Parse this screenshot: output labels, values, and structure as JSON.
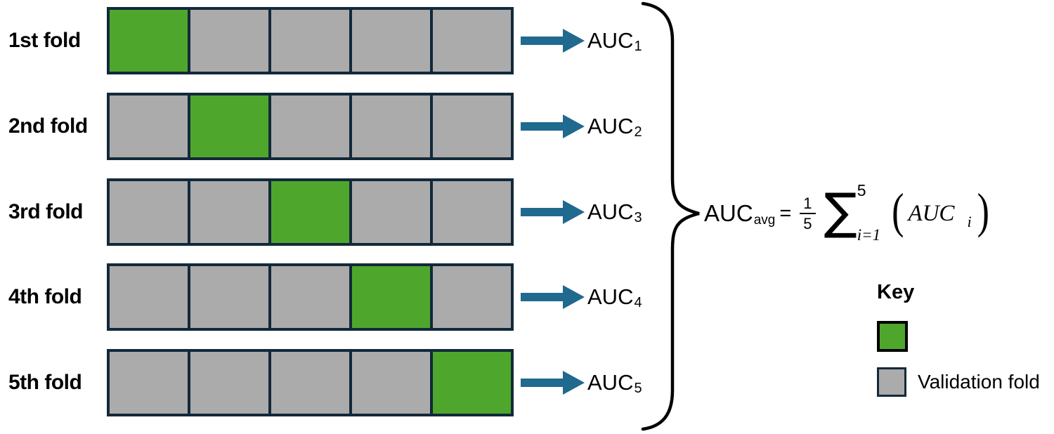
{
  "colors": {
    "green": "#4ea72c",
    "gray": "#ababab",
    "border": "#12293a",
    "arrow": "#20698f",
    "brace": "#000000"
  },
  "cells_per_row": 5,
  "folds": [
    {
      "label": "1st fold",
      "auc": "AUC",
      "auc_sub": "1",
      "highlight_index": 0
    },
    {
      "label": "2nd fold",
      "auc": "AUC",
      "auc_sub": "2",
      "highlight_index": 1
    },
    {
      "label": "3rd fold",
      "auc": "AUC",
      "auc_sub": "3",
      "highlight_index": 2
    },
    {
      "label": "4th fold",
      "auc": "AUC",
      "auc_sub": "4",
      "highlight_index": 3
    },
    {
      "label": "5th fold",
      "auc": "AUC",
      "auc_sub": "5",
      "highlight_index": 4
    }
  ],
  "formula": {
    "lhs": "AUC",
    "lhs_sub": "avg",
    "equals": "=",
    "numerator": "1",
    "denominator": "5",
    "sigma": "∑",
    "upper_limit": "5",
    "lower_limit": "i=1",
    "open_paren": "(",
    "term": "AUC",
    "term_sub": "i",
    "close_paren": ")"
  },
  "key": {
    "title": "Key",
    "items": [
      {
        "swatch": "green",
        "label": ""
      },
      {
        "swatch": "gray",
        "label": "Validation fold"
      }
    ]
  }
}
